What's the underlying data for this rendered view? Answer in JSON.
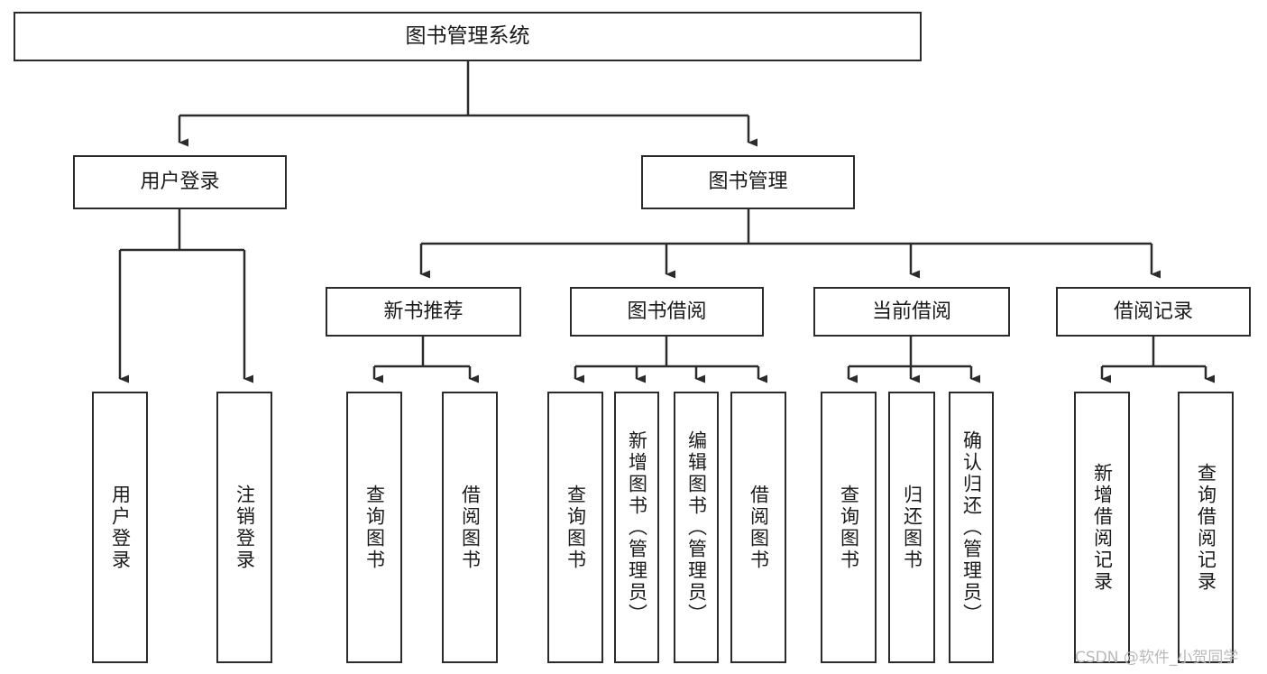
{
  "diagram": {
    "title": "图书管理系统",
    "type": "tree-hierarchy-chart",
    "background_color": "#ffffff",
    "line_color": "#2b2b2b",
    "text_color": "#1a1a1a"
  },
  "nodes": {
    "root": {
      "label": "图书管理系统"
    },
    "level2": [
      {
        "label": "用户登录"
      },
      {
        "label": "图书管理"
      }
    ],
    "level3": [
      {
        "label": "新书推荐"
      },
      {
        "label": "图书借阅"
      },
      {
        "label": "当前借阅"
      },
      {
        "label": "借阅记录"
      }
    ],
    "leaves": {
      "user_login": [
        {
          "label": "用户登录"
        },
        {
          "label": "注销登录"
        }
      ],
      "new_book_recommend": [
        {
          "label": "查询图书"
        },
        {
          "label": "借阅图书"
        }
      ],
      "book_borrow": [
        {
          "label": "查询图书"
        },
        {
          "label": "新增图书（管理员）"
        },
        {
          "label": "编辑图书（管理员）"
        },
        {
          "label": "借阅图书"
        }
      ],
      "current_borrow": [
        {
          "label": "查询图书"
        },
        {
          "label": "归还图书"
        },
        {
          "label": "确认归还（管理员）"
        }
      ],
      "borrow_record": [
        {
          "label": "新增借阅记录"
        },
        {
          "label": "查询借阅记录"
        }
      ]
    }
  },
  "watermark": {
    "text": "CSDN @软件_小贺同学"
  }
}
